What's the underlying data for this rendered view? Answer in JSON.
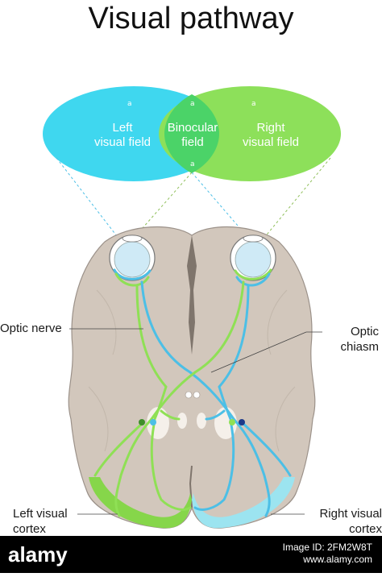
{
  "title": "Visual pathway",
  "fields": {
    "left": "Left\nvisual field",
    "center": "Binocular\nfield",
    "right": "Right\nvisual field"
  },
  "labels": {
    "optic_nerve": "Optic nerve",
    "optic_chiasm": "Optic\nchiasm",
    "left_cortex": "Left visual\ncortex",
    "right_cortex": "Right visual\ncortex"
  },
  "footer": {
    "brand": "alamy",
    "image_id": "Image ID: 2FM2W8T",
    "site": "www.alamy.com"
  },
  "colors": {
    "left_field": "#3fd7ef",
    "right_field": "#8de05a",
    "binocular": "#4bd368",
    "brain": "#d2c7bc",
    "brain_outline": "#9b9189",
    "left_path": "#8fe055",
    "right_path": "#4cbfe6"
  }
}
